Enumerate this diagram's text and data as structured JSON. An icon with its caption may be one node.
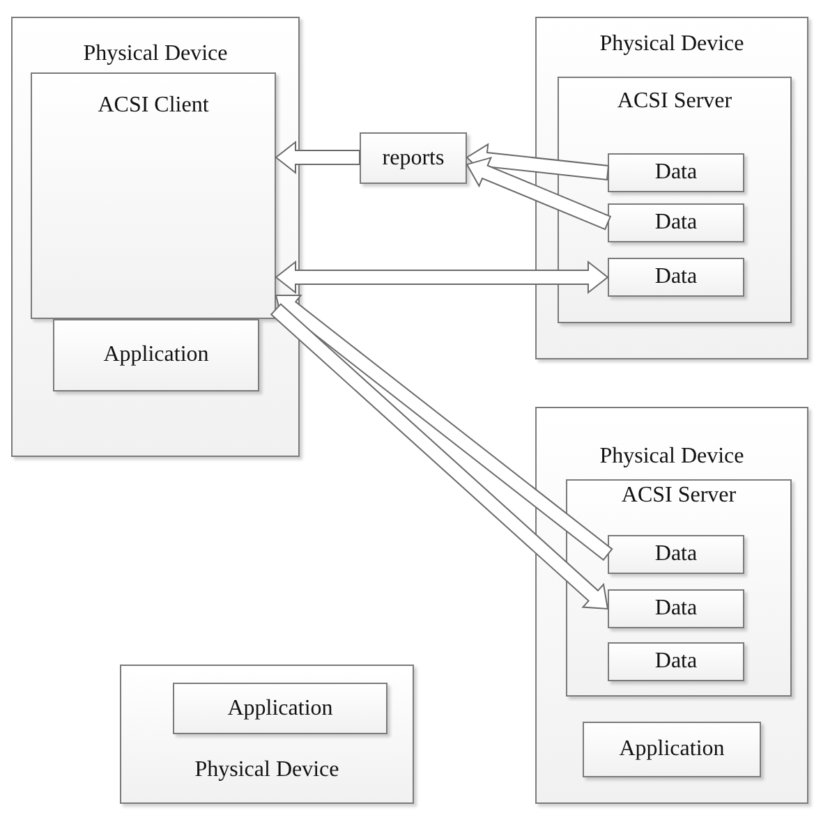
{
  "diagram": {
    "nodes": [
      {
        "text": [
          "Physical Device"
        ]
      },
      {
        "text": [
          "ACSI Client"
        ],
        "in": 0
      },
      {
        "text": [
          "Application"
        ],
        "in": 0
      },
      {
        "text": [
          "reports"
        ]
      },
      {
        "text": [
          "Physical Device"
        ]
      },
      {
        "text": [
          "ACSI Server"
        ],
        "in": 4
      },
      {
        "text": [
          "Data"
        ],
        "in": 5
      },
      {
        "text": [
          "Data"
        ],
        "in": 5
      },
      {
        "text": [
          "Data"
        ],
        "in": 5
      },
      {
        "text": [
          "Physical Device"
        ]
      },
      {
        "text": [
          "ACSI Server"
        ],
        "in": 9
      },
      {
        "text": [
          "Data"
        ],
        "in": 10
      },
      {
        "text": [
          "Data"
        ],
        "in": 10
      },
      {
        "text": [
          "Data"
        ],
        "in": 10
      },
      {
        "text": [
          "Application"
        ],
        "in": 9
      },
      {
        "text": [
          "Physical Device"
        ]
      },
      {
        "text": [
          "Application"
        ],
        "in": 15
      }
    ],
    "edges": [
      {
        "from": 3,
        "to": 1,
        "arrow": "to"
      },
      {
        "from": 6,
        "to": 3,
        "arrow": "to"
      },
      {
        "from": 7,
        "to": 3,
        "arrow": "to"
      },
      {
        "from": 1,
        "to": 8,
        "arrow": "both"
      },
      {
        "from": 11,
        "to": 1,
        "arrow": "to"
      },
      {
        "from": 1,
        "to": 12,
        "arrow": "to"
      }
    ]
  }
}
